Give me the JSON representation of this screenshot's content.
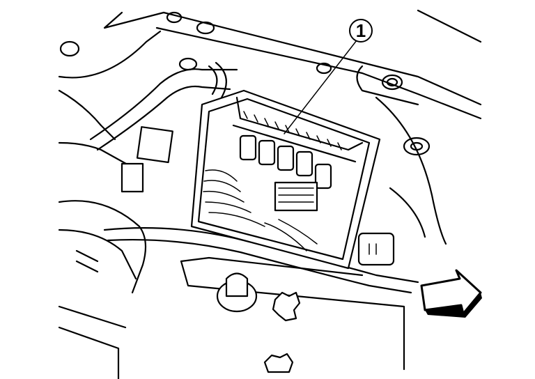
{
  "diagram": {
    "callouts": [
      {
        "label": "1",
        "target": "fuse-block"
      }
    ],
    "arrow_direction": "front",
    "colors": {
      "line": "#000000",
      "background": "#ffffff"
    }
  }
}
